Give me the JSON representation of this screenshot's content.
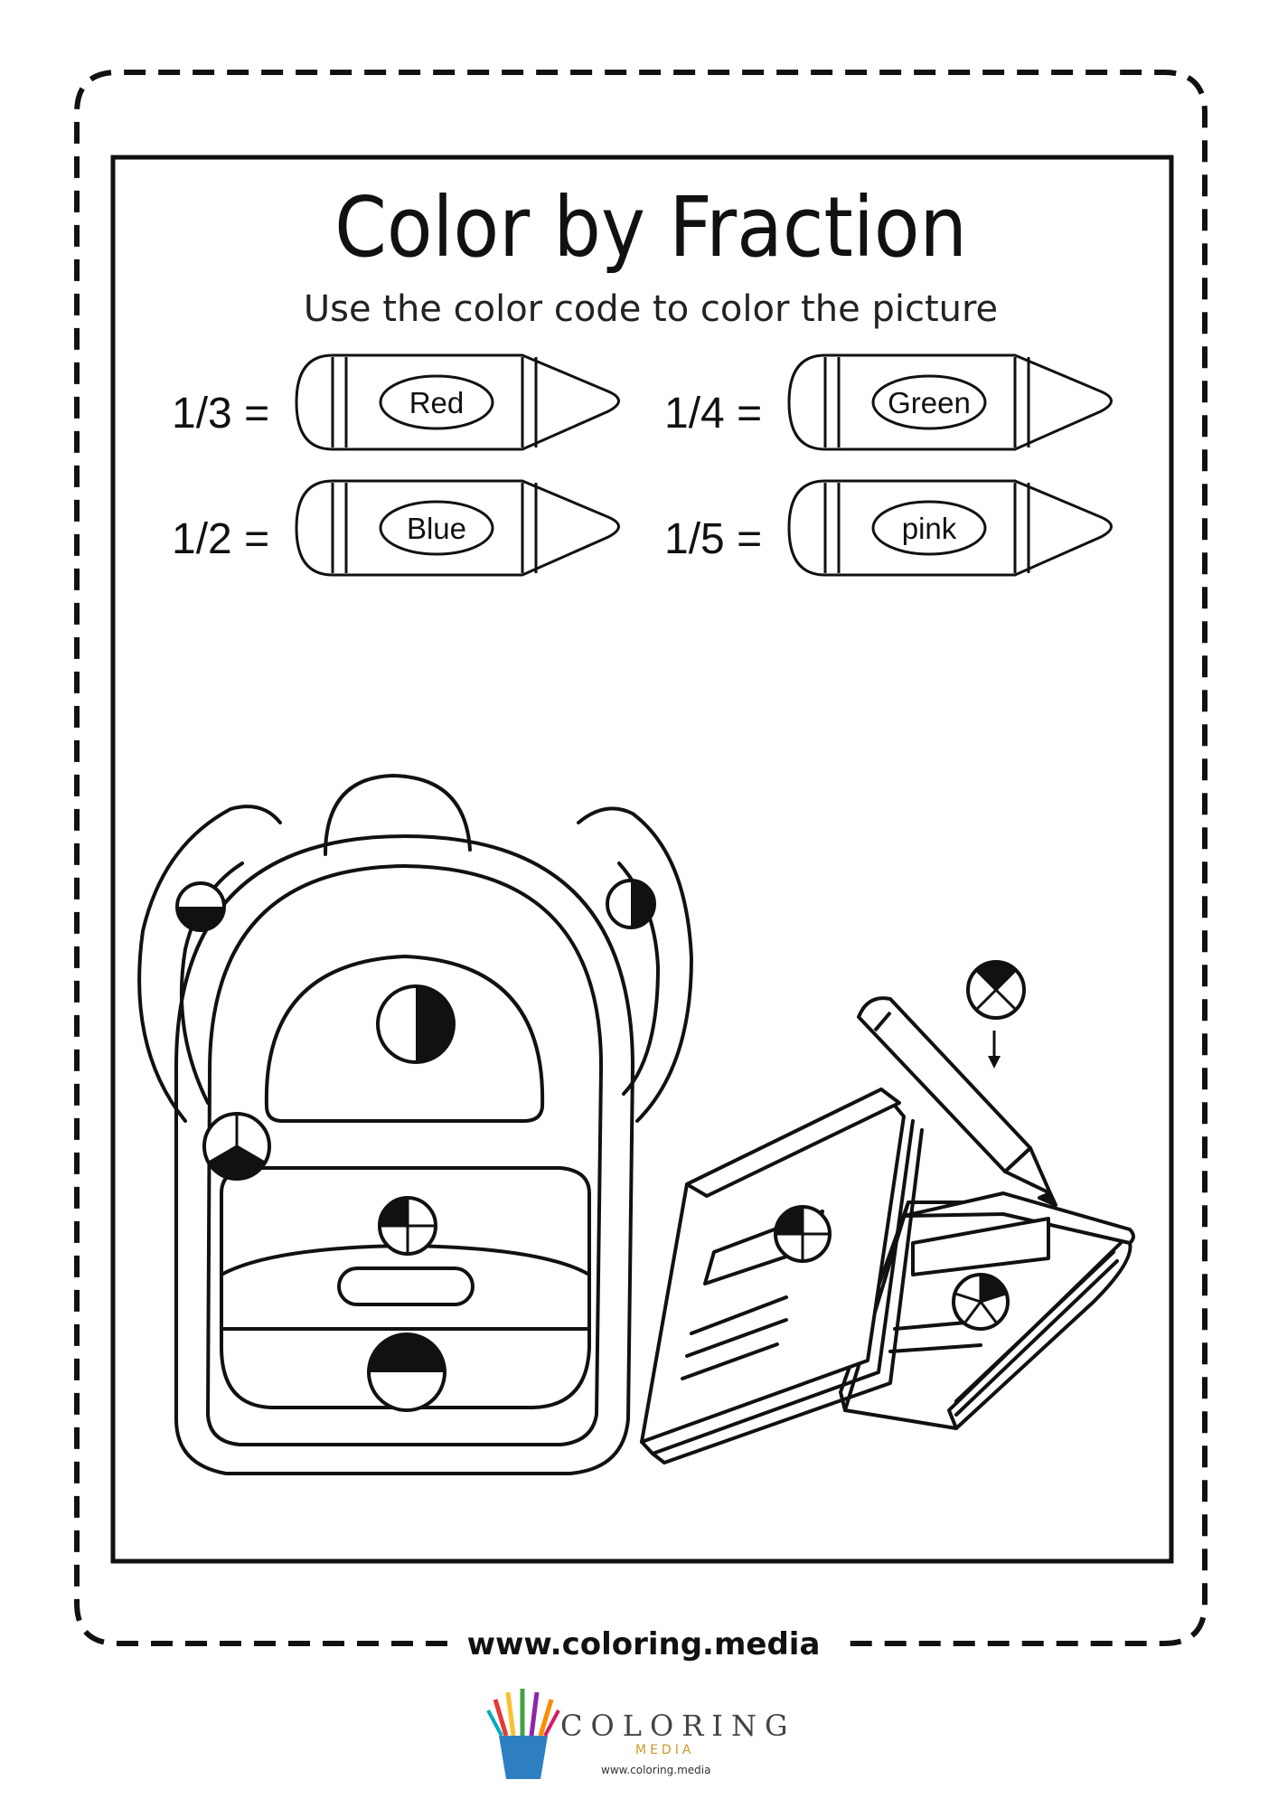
{
  "worksheet": {
    "title": "Color by Fraction",
    "subtitle": "Use the color code to color the picture",
    "color_codes": [
      {
        "fraction": "1/3 =",
        "color": "Red"
      },
      {
        "fraction": "1/4 =",
        "color": "Green"
      },
      {
        "fraction": "1/2 =",
        "color": "Blue"
      },
      {
        "fraction": "1/5 =",
        "color": "pink"
      }
    ]
  },
  "footer": {
    "url": "www.coloring.media",
    "brand_name": "COLORING",
    "brand_sub": "MEDIA",
    "brand_url": "www.coloring.media"
  }
}
